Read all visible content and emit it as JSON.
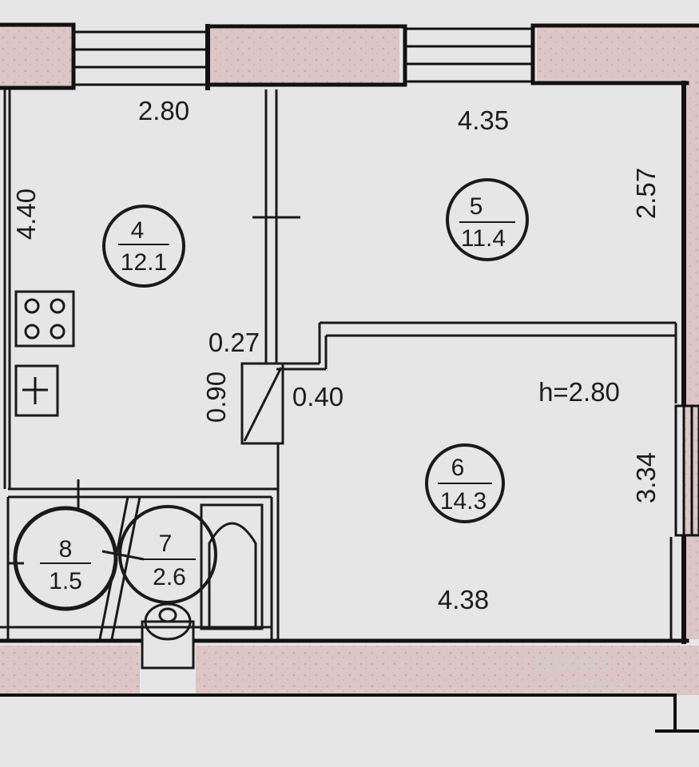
{
  "colors": {
    "wall": "#111111",
    "floor": "#e6e6e6",
    "masonry": "#dcc6c6",
    "line": "#1a1a1a"
  },
  "rooms": [
    {
      "number": "4",
      "area": "12.1"
    },
    {
      "number": "5",
      "area": "11.4"
    },
    {
      "number": "6",
      "area": "14.3"
    },
    {
      "number": "7",
      "area": "2.6"
    },
    {
      "number": "8",
      "area": "1.5"
    }
  ],
  "dimensions": {
    "room4_width": "2.80",
    "room4_length": "4.40",
    "room5_width": "4.35",
    "room5_length": "2.57",
    "wall_offset": "0.27",
    "door_width": "0.90",
    "partition": "0.40",
    "ceiling_height": "h=2.80",
    "room6_length": "3.34",
    "room6_width": "4.38"
  },
  "watermark": {
    "brand": "циан",
    "id": "ID 313520595"
  }
}
